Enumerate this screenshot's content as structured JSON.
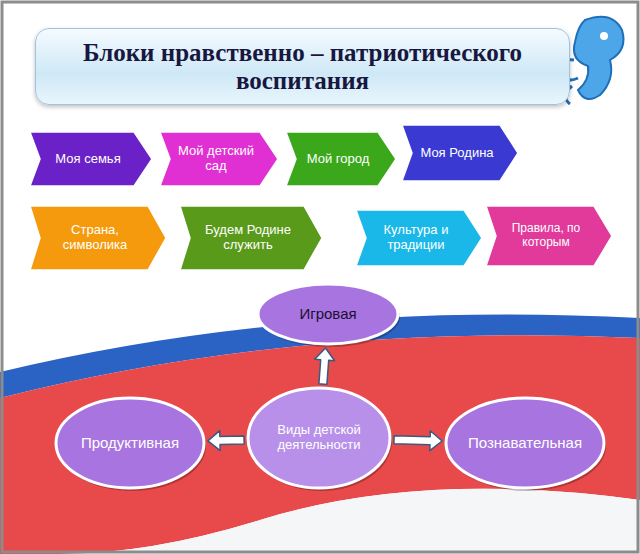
{
  "diagram": {
    "title": "Блоки нравственно – патриотического воспитания",
    "nodes": [
      {
        "text": [
          "Моя семья"
        ]
      },
      {
        "text": [
          "Мой детский сад"
        ]
      },
      {
        "text": [
          "Мой город"
        ]
      },
      {
        "text": [
          "Моя Родина"
        ]
      },
      {
        "text": [
          "Страна, символика"
        ]
      },
      {
        "text": [
          "Будем Родине служить"
        ]
      },
      {
        "text": [
          "Культура и традиции"
        ]
      },
      {
        "text": [
          "Правила, по которым"
        ]
      },
      {
        "text": [
          "Игровая"
        ]
      },
      {
        "text": [
          "Продуктивная"
        ]
      },
      {
        "text": [
          "Виды детской деятельности"
        ]
      },
      {
        "text": [
          "Познавательная"
        ]
      }
    ],
    "edges": [
      {
        "from": 10,
        "to": 8,
        "arrow": "to"
      },
      {
        "from": 10,
        "to": 9,
        "arrow": "to"
      },
      {
        "from": 10,
        "to": 11,
        "arrow": "to"
      }
    ]
  }
}
